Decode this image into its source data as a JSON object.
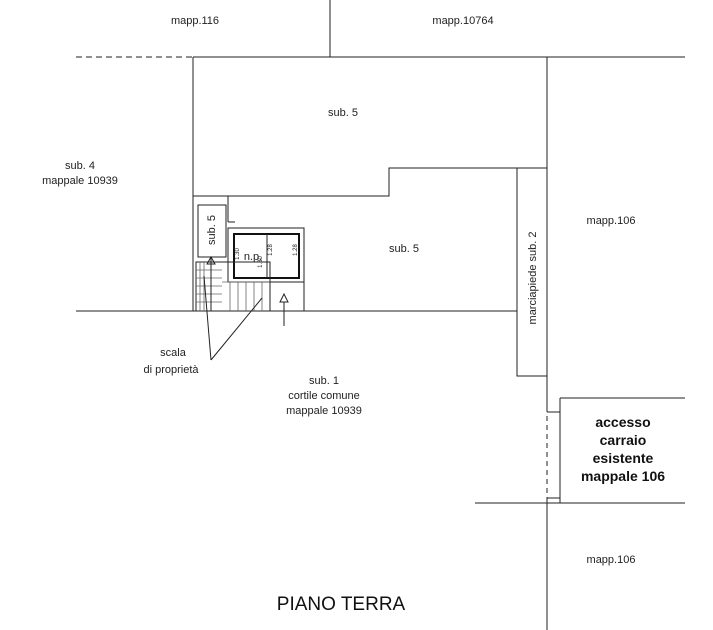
{
  "labels": {
    "mapp_116": "mapp.116",
    "mapp_10764": "mapp.10764",
    "sub5_top": "sub. 5",
    "sub4_line1": "sub. 4",
    "sub4_line2": "mappale 10939",
    "sub5_vertical": "sub. 5",
    "np": "n.p.",
    "sub5_mid": "sub. 5",
    "marciapiede": "marciapiede sub. 2",
    "mapp_106_right": "mapp.106",
    "scala_line1": "scala",
    "scala_line2": "di proprietà",
    "sub1_line1": "sub. 1",
    "sub1_line2": "cortile comune",
    "sub1_line3": "mappale 10939",
    "accesso_line1": "accesso",
    "accesso_line2": "carraio",
    "accesso_line3": "esistente",
    "accesso_line4": "mappale 106",
    "mapp_106_bottom": "mapp.106",
    "title": "PIANO TERRA"
  },
  "dims": {
    "d1": "1.30",
    "d2": "1.28",
    "d3": "1.28",
    "d4": "1.30"
  }
}
